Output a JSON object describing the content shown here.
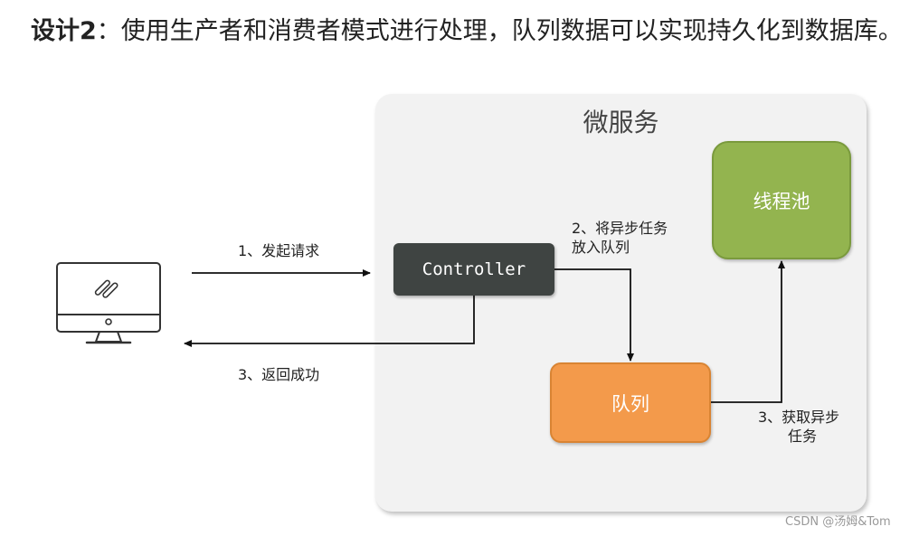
{
  "title": {
    "prefix": "设计2",
    "text": "：使用生产者和消费者模式进行处理，队列数据可以实现持久化到数据库。"
  },
  "panel": {
    "title": "微服务"
  },
  "nodes": {
    "controller": "Controller",
    "queue": "队列",
    "thread_pool": "线程池"
  },
  "labels": {
    "step1": "1、发起请求",
    "step2_line1": "2、将异步任务",
    "step2_line2": "放入队列",
    "step3_return": "3、返回成功",
    "step3_fetch_line1": "3、获取异步",
    "step3_fetch_line2": "任务"
  },
  "colors": {
    "controller": "#3f4442",
    "queue": "#f39a4b",
    "thread_pool": "#93b44f",
    "panel": "#f2f2f2"
  },
  "icons": {
    "client": "desktop-monitor-icon"
  },
  "watermark": "CSDN @汤姆&Tom"
}
